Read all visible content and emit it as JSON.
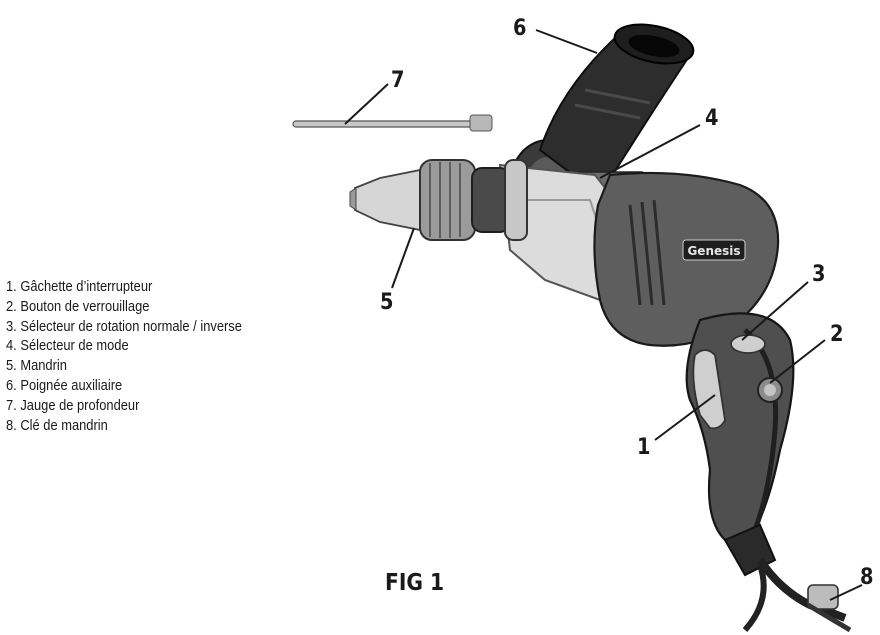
{
  "figure": {
    "label": "FIG 1",
    "brand_logo_text": "Genesis"
  },
  "legend": [
    "1. Gâchette d’interrupteur",
    "2. Bouton de verrouillage",
    "3. Sélecteur de rotation normale / inverse",
    "4. Sélecteur de mode",
    "5. Mandrin",
    "6. Poignée auxiliaire",
    "7. Jauge de profondeur",
    "8. Clé de mandrin"
  ],
  "callouts": [
    "1",
    "2",
    "3",
    "4",
    "5",
    "6",
    "7",
    "8"
  ]
}
